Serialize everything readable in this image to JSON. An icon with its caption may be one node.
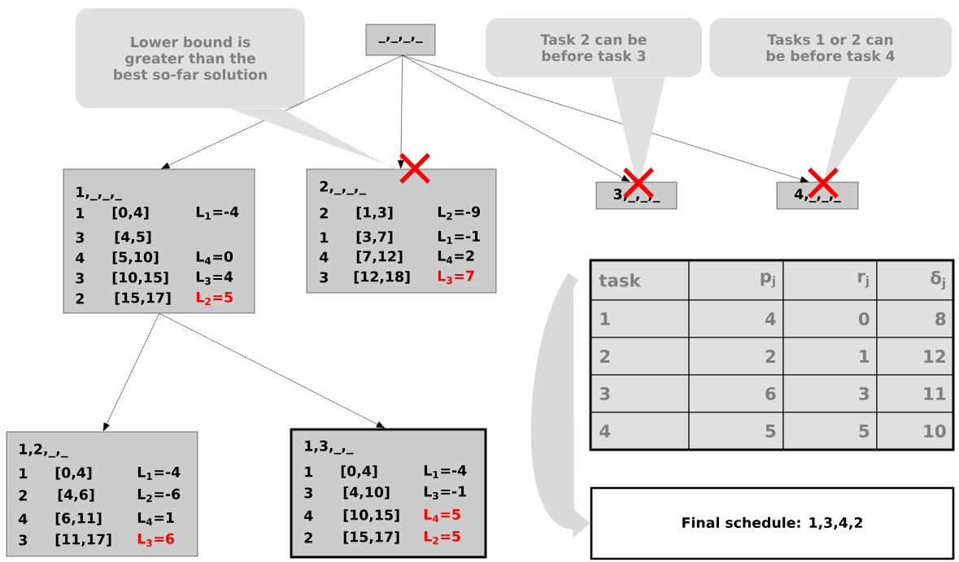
{
  "diagram": {
    "nodes": [
      {
        "text": [
          "_,_,_,_"
        ]
      },
      {
        "text": [
          "1,_,_,_",
          "1",
          "[0,4]",
          "L$_{1}$=-4",
          "3",
          "[4,5]",
          "4",
          "[5,10]",
          "L$_{4}$=0",
          "3",
          "[10,15]",
          "L$_{3}$=4",
          "2",
          "[15,17]",
          "L$_{2}$=5"
        ]
      },
      {
        "text": [
          "2,_,_,_",
          "2",
          "[1,3]",
          "L$_{2}$=-9",
          "1",
          "[3,7]",
          "L$_{1}$=-1",
          "4",
          "[7,12]",
          "L$_{4}$=2",
          "3",
          "[12,18]",
          "L$_{3}$=7"
        ]
      },
      {
        "text": [
          "3,_,_,_"
        ]
      },
      {
        "text": [
          "4,_,_,_"
        ]
      },
      {
        "text": [
          "1,2,_,_",
          "1",
          "[0,4]",
          "L$_{1}$=-4",
          "2",
          "[4,6]",
          "L$_{2}$=-6",
          "4",
          "[6,11]",
          "L$_{4}$=1",
          "3",
          "[11,17]",
          "L$_{3}$=6"
        ]
      },
      {
        "text": [
          "1,3,_,_",
          "1",
          "[0,4]",
          "L$_{1}$=-4",
          "3",
          "[4,10]",
          "L$_{3}$=-1",
          "4",
          "[10,15]",
          "L$_{4}$=5",
          "2",
          "[15,17]",
          "L$_{2}$=5"
        ]
      },
      {
        "text": [
          "Lower bound is greater than the best so-far solution"
        ]
      },
      {
        "text": [
          "Task 2 can be before task 3"
        ]
      },
      {
        "text": [
          "Tasks 1 or 2 can be before task 4"
        ]
      },
      {
        "text": [
          "Final schedule: 1,3,4,2"
        ]
      }
    ],
    "edges": [
      {
        "from": 0,
        "to": 1,
        "arrow": "to"
      },
      {
        "from": 0,
        "to": 2,
        "arrow": "to"
      },
      {
        "from": 0,
        "to": 3,
        "arrow": "to"
      },
      {
        "from": 0,
        "to": 4,
        "arrow": "to"
      },
      {
        "from": 1,
        "to": 5,
        "arrow": "to"
      },
      {
        "from": 1,
        "to": 6,
        "arrow": "to"
      },
      {
        "from": null,
        "to": 10,
        "arrow": "to",
        "style": "thick",
        "color": "#d9d9d9"
      },
      {
        "from": 7,
        "to": 2,
        "arrow": "none",
        "color": "#e0e0e0"
      },
      {
        "from": 8,
        "to": 3,
        "arrow": "none",
        "color": "#e0e0e0"
      },
      {
        "from": 9,
        "to": 4,
        "arrow": "none",
        "color": "#e0e0e0"
      }
    ],
    "labels": [
      "task",
      "p$_{j}$",
      "r$_{j}$",
      "δ$_{j}$",
      "1",
      "4",
      "0",
      "8",
      "2",
      "2",
      "1",
      "12",
      "3",
      "6",
      "3",
      "11",
      "4",
      "5",
      "5",
      "10"
    ]
  }
}
